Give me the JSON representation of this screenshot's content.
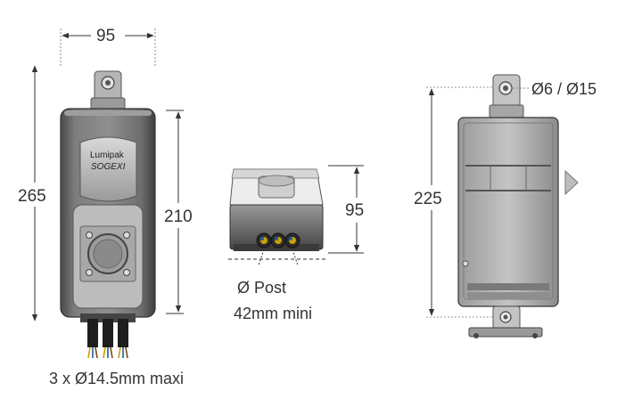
{
  "unit_front": {
    "brand_top": "Lumipak",
    "brand_bottom": "SOGEXI",
    "width_label": "95",
    "total_height_label": "265",
    "body_height_label": "210",
    "cable_note": "3 x Ø14.5mm maxi"
  },
  "unit_base": {
    "height_label": "95",
    "post_label": "Ø  Post",
    "post_size": "42mm mini"
  },
  "unit_back": {
    "hole_label": "Ø6 / Ø15",
    "height_label": "225"
  },
  "colors": {
    "body_dark": "#5a5a5a",
    "body_mid": "#8a8a8a",
    "body_light": "#bdbdbd",
    "dimension_line": "#333333"
  }
}
